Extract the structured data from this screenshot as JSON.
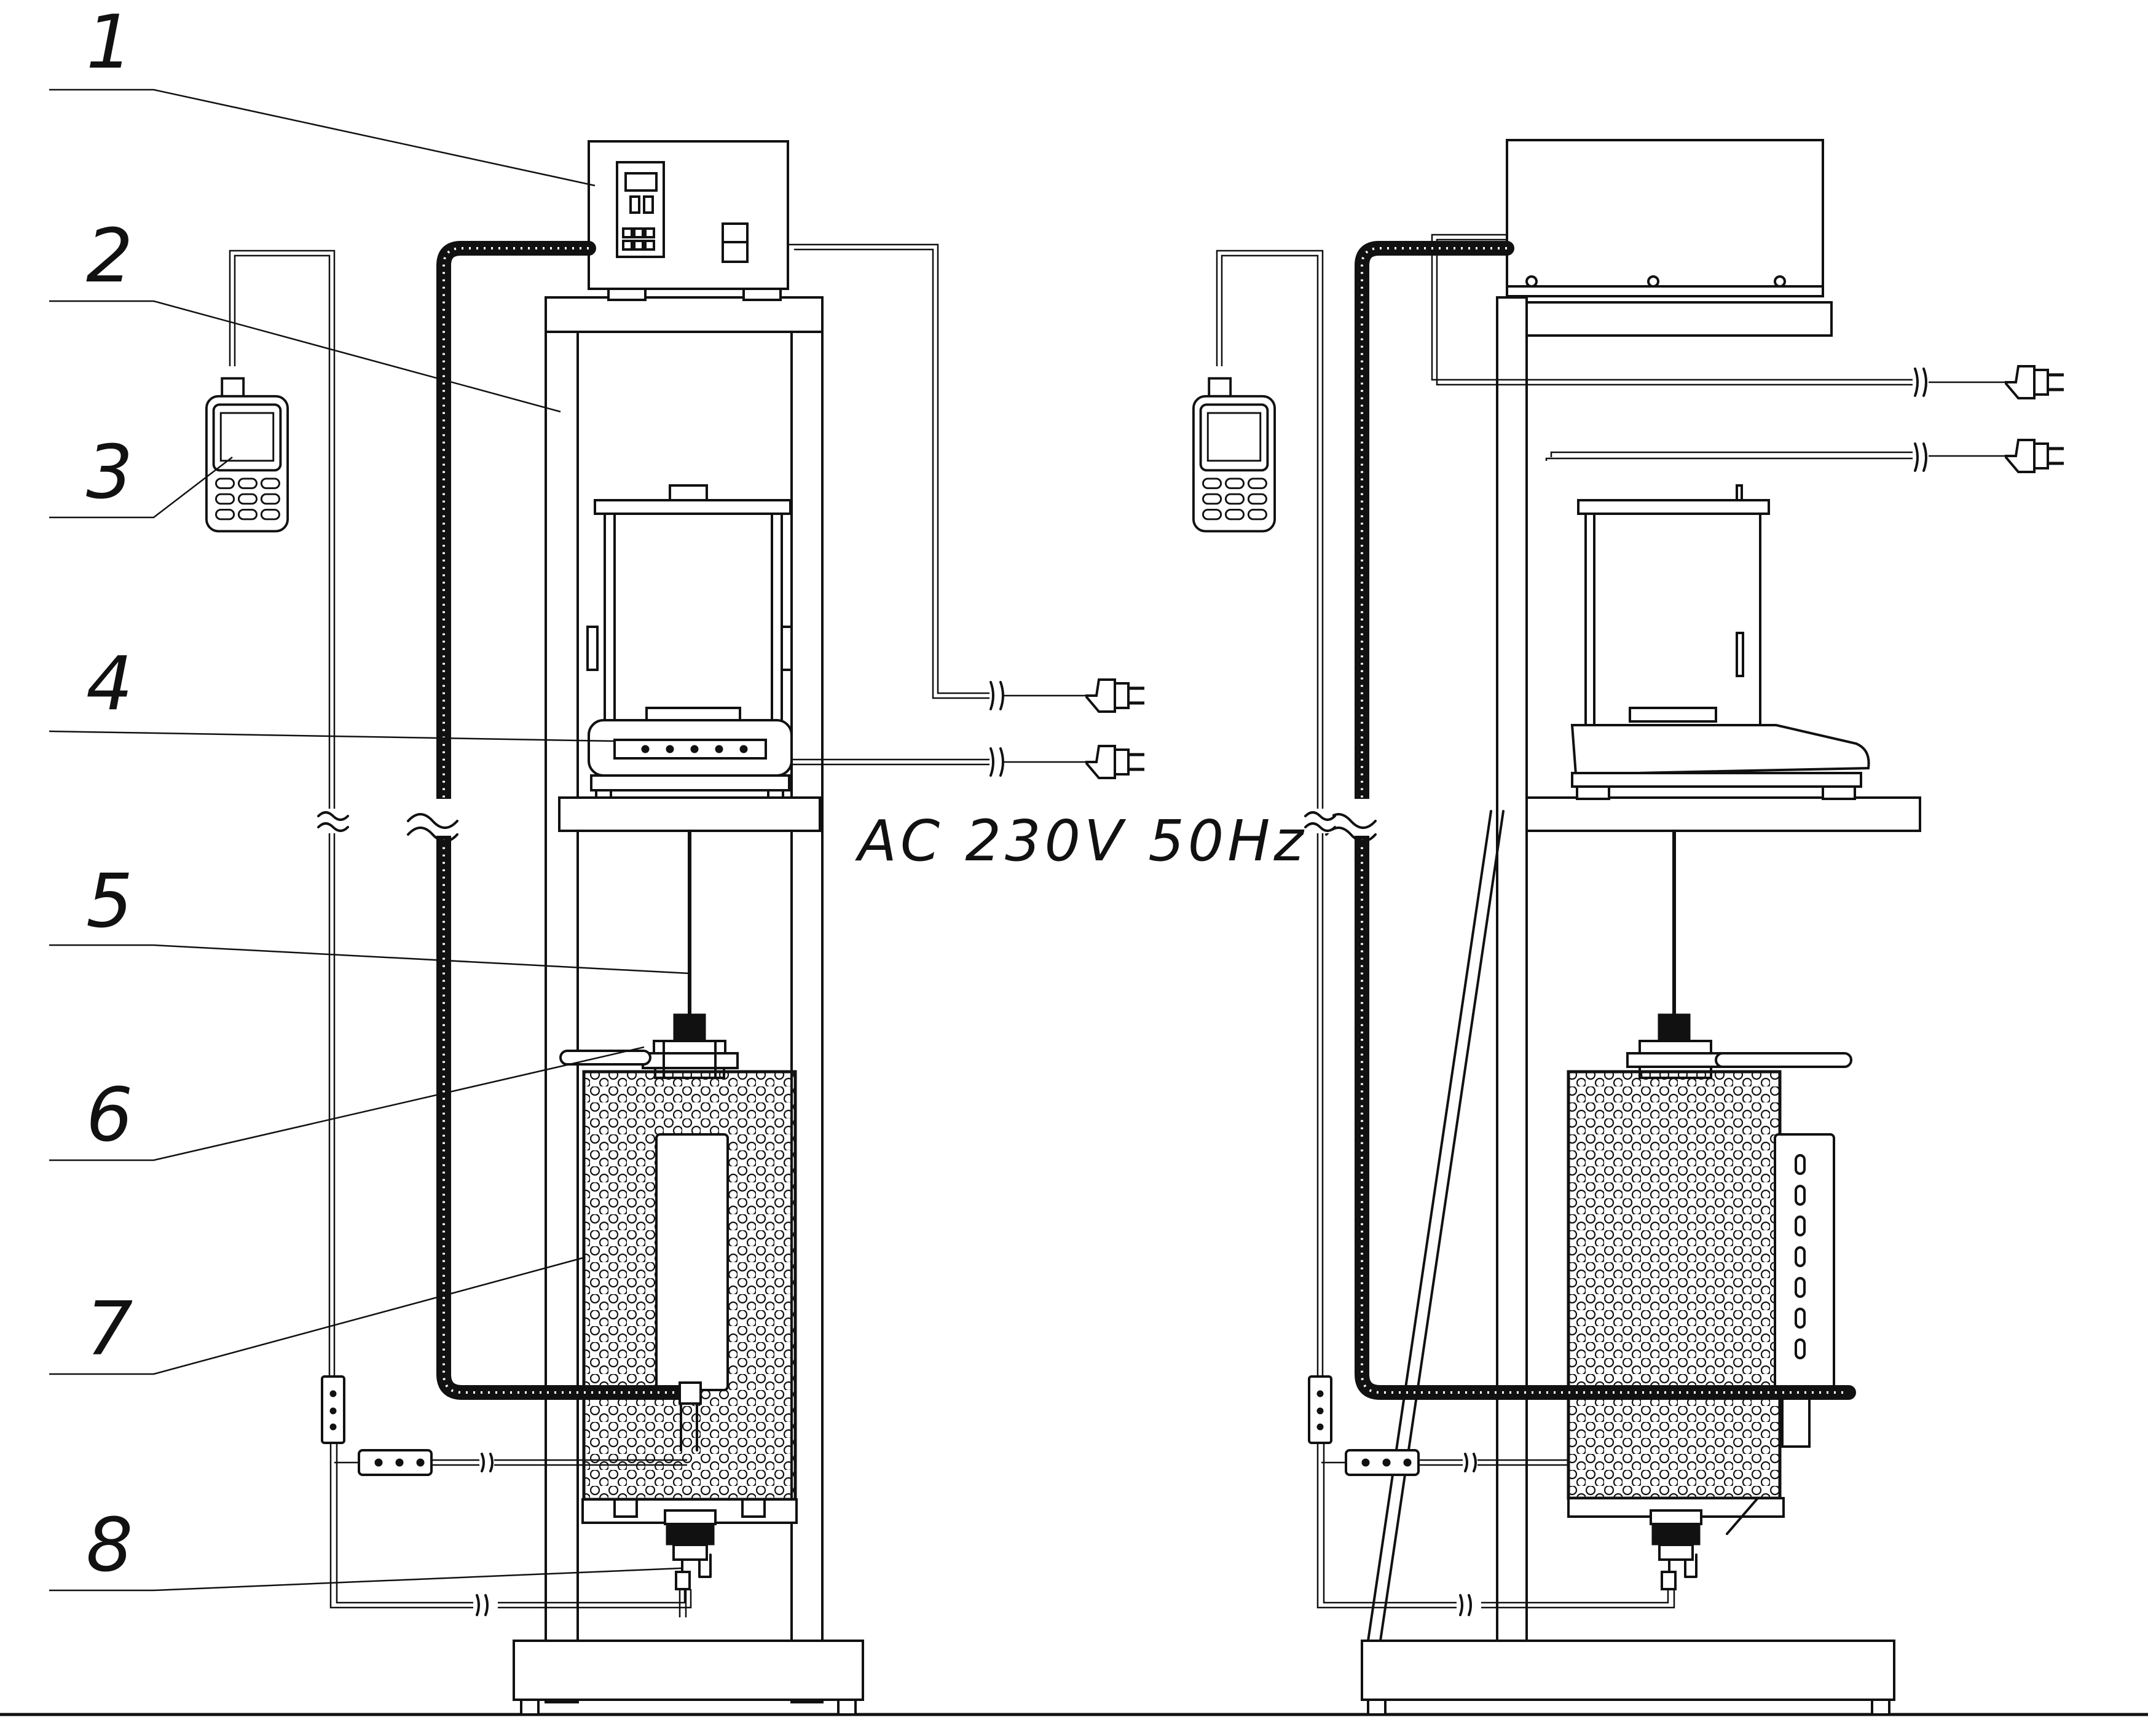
{
  "callouts": [
    {
      "number": "1",
      "part": "controller"
    },
    {
      "number": "2",
      "part": "frame"
    },
    {
      "number": "3",
      "part": "handheld-meter"
    },
    {
      "number": "4",
      "part": "balance"
    },
    {
      "number": "5",
      "part": "suspension-wire"
    },
    {
      "number": "6",
      "part": "top-flange"
    },
    {
      "number": "7",
      "part": "furnace"
    },
    {
      "number": "8",
      "part": "bottom-fitting"
    }
  ],
  "power_label": "AC 230V 50Hz",
  "colors": {
    "ink": "#111111",
    "paper": "#ffffff"
  }
}
